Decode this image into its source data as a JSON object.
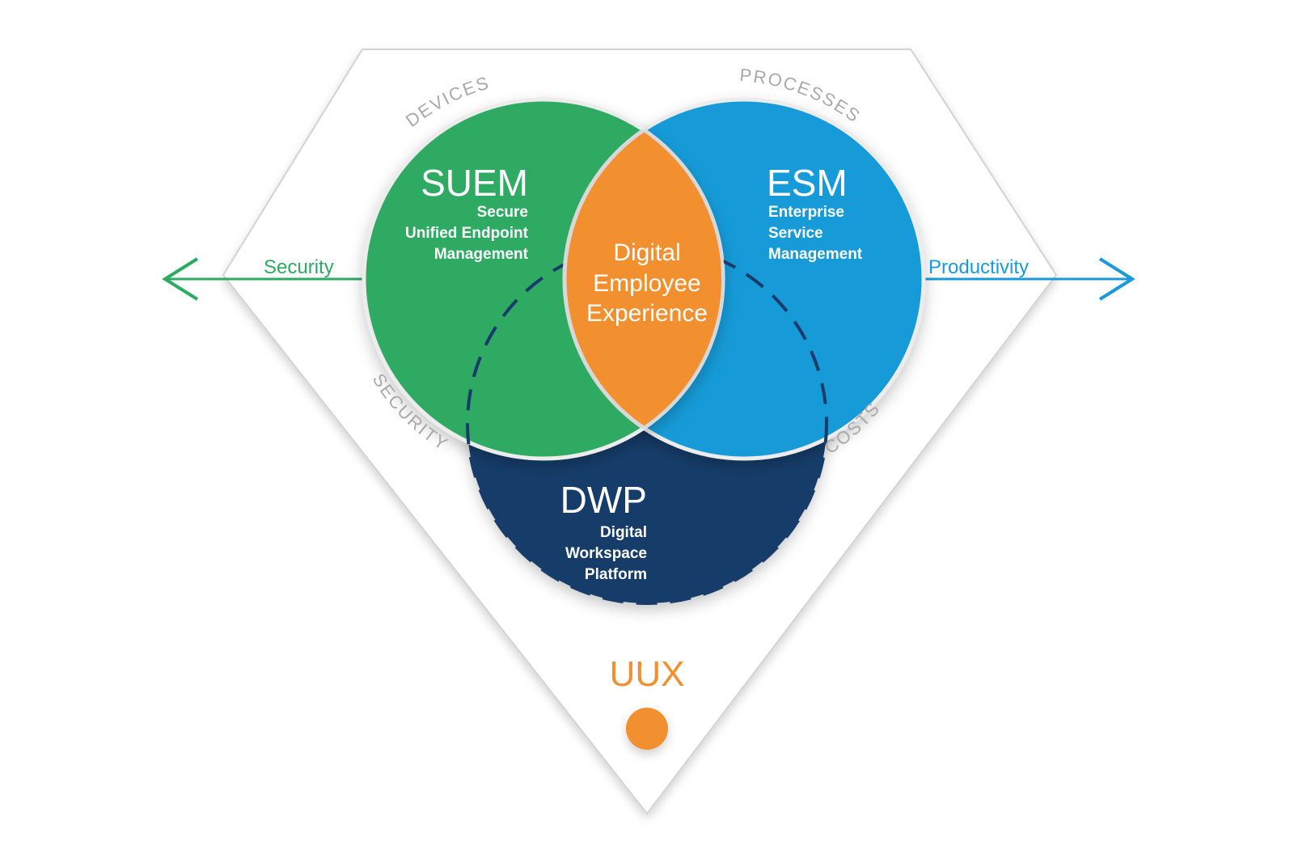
{
  "circles": {
    "suem": {
      "title": "SUEM",
      "lines": [
        "Secure",
        "Unified Endpoint",
        "Management"
      ],
      "color": "#2eaa62"
    },
    "esm": {
      "title": "ESM",
      "lines": [
        "Enterprise",
        "Service",
        "Management"
      ],
      "color": "#189bd8"
    },
    "dwp": {
      "title": "DWP",
      "lines": [
        "Digital",
        "Workspace",
        "Platform"
      ],
      "color": "#173c6a"
    }
  },
  "center": {
    "lines": [
      "Digital",
      "Employee",
      "Experience"
    ],
    "color": "#f28f2f"
  },
  "arc_labels": {
    "devices": "DEVICES",
    "processes": "PROCESSES",
    "security": "SECURITY",
    "costs": "COSTS"
  },
  "arrows": {
    "left": {
      "label": "Security",
      "color": "#2eaa62"
    },
    "right": {
      "label": "Productivity",
      "color": "#189bd8"
    }
  },
  "uux": {
    "label": "UUX",
    "color": "#f28f2f"
  }
}
